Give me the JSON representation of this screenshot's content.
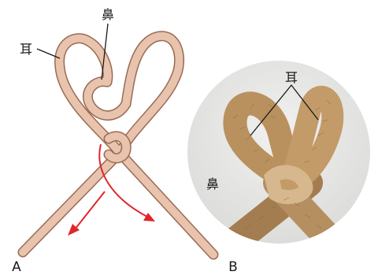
{
  "diagram": {
    "labels": {
      "nose": "鼻",
      "ear": "耳",
      "end_a": "A",
      "end_b": "B"
    },
    "photo": {
      "labels": {
        "ears": "耳",
        "nose": "鼻"
      }
    },
    "colors": {
      "cord_fill": "#e8c3ad",
      "cord_outline": "#9b6a52",
      "arrow": "#e0262a",
      "pipe_cleaner": "#b9915f",
      "photo_background": "#e7e7e5"
    }
  }
}
